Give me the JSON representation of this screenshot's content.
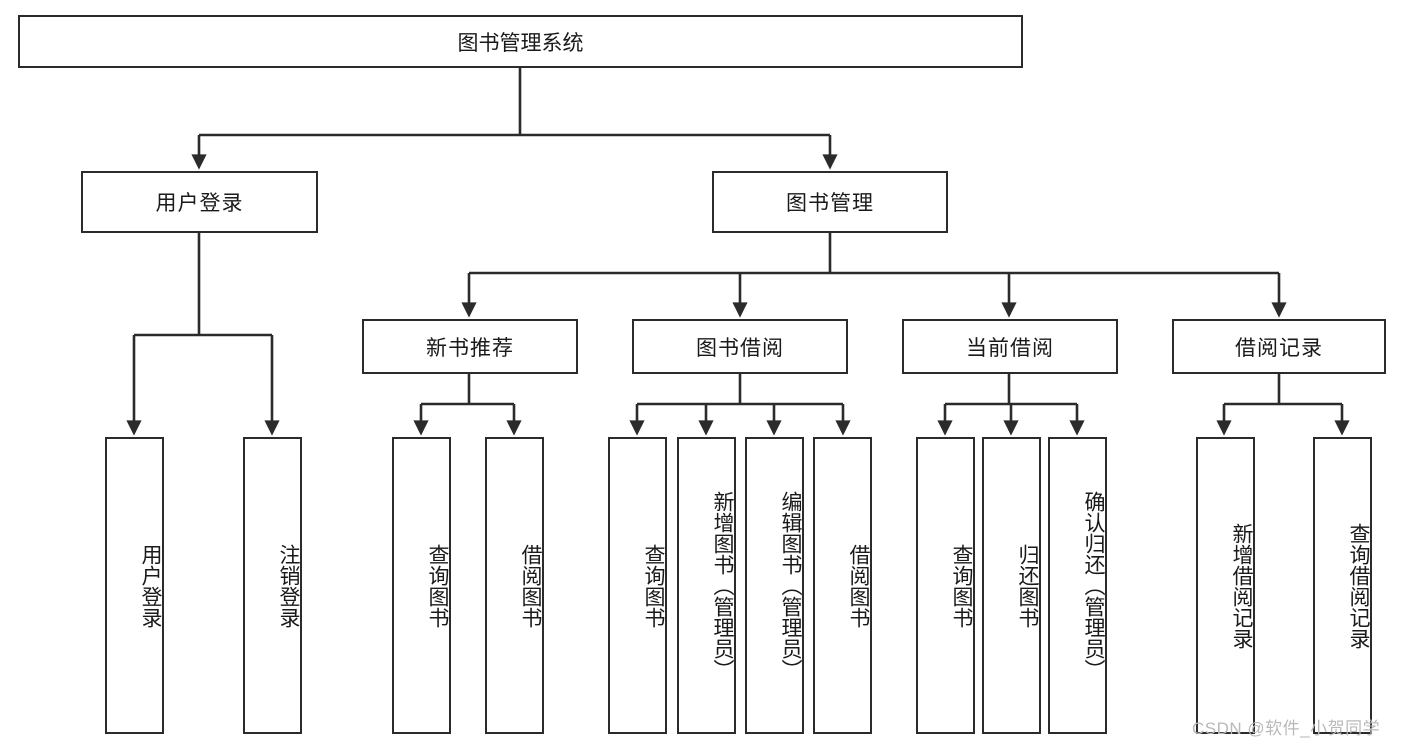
{
  "diagram": {
    "title": "图书管理系统",
    "type": "tree-hierarchy-diagram",
    "colors": {
      "box_border": "#2b2b2b",
      "box_fill": "#ffffff",
      "connector": "#2b2b2b",
      "text": "#1a1a1a",
      "watermark": "#b9b9b9",
      "background": "#ffffff"
    },
    "levels": {
      "root": {
        "label": "图书管理系统"
      },
      "level2": [
        {
          "label": "用户登录"
        },
        {
          "label": "图书管理"
        }
      ],
      "level3": [
        {
          "label": "新书推荐"
        },
        {
          "label": "图书借阅"
        },
        {
          "label": "当前借阅"
        },
        {
          "label": "借阅记录"
        }
      ],
      "leaves": {
        "user_login": [
          {
            "label": "用户登录"
          },
          {
            "label": "注销登录"
          }
        ],
        "new_book_recommend": [
          {
            "label": "查询图书"
          },
          {
            "label": "借阅图书"
          }
        ],
        "book_borrow": [
          {
            "label": "查询图书"
          },
          {
            "label": "新增图书（管理员）"
          },
          {
            "label": "编辑图书（管理员）"
          },
          {
            "label": "借阅图书"
          }
        ],
        "current_borrow": [
          {
            "label": "查询图书"
          },
          {
            "label": "归还图书"
          },
          {
            "label": "确认归还（管理员）"
          }
        ],
        "borrow_record": [
          {
            "label": "新增借阅记录"
          },
          {
            "label": "查询借阅记录"
          }
        ]
      }
    }
  },
  "watermark": {
    "text": "CSDN @软件_小贺同学"
  }
}
